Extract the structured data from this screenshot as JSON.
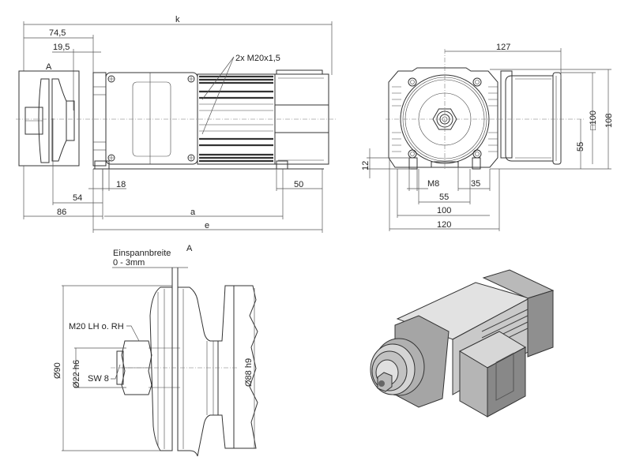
{
  "side_view": {
    "dimensions": {
      "overall_length": "k",
      "pulley_to_flange": "74,5",
      "clamp_offset": "19,5",
      "foot_hole_offset": "18",
      "pulley_to_foot": "54",
      "pulley_to_mount": "86",
      "foot_spacing": "a",
      "rear_foot_length": "50",
      "base_length": "e"
    },
    "section_mark": "A",
    "cable_gland_label": "2x M20x1,5"
  },
  "front_view": {
    "dimensions": {
      "terminal_box_offset": "127",
      "terminal_box_square": "□100",
      "total_height": "108",
      "shaft_height": "55",
      "foot_height": "12",
      "thread": "M8",
      "foot_width": "35",
      "hole_spacing": "55",
      "foot_centers": "100",
      "overall_width": "120"
    }
  },
  "detail_view": {
    "clamp_label": "Einspannbreite",
    "clamp_range": "0 - 3mm",
    "section_mark": "A",
    "thread_label": "M20 LH o. RH",
    "wrench_label": "SW 8",
    "outer_diameter": "Ø90",
    "shaft_diameter": "Ø22 h6",
    "groove_diameter": "Ø88 h9"
  },
  "isometric_view": {
    "description": "3D rendering of motor with V-belt pulley and terminal box"
  }
}
